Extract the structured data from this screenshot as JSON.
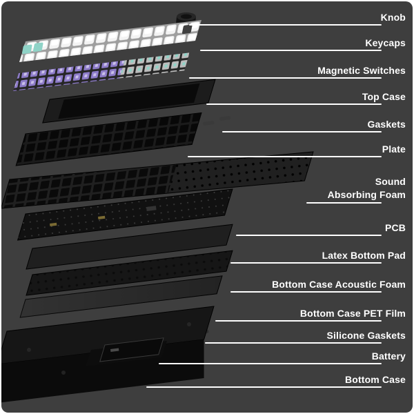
{
  "title": "Keyboard exploded view diagram",
  "background": "#3e3e3e",
  "frame_color": "#ffffff",
  "annotation": {
    "text_color": "#ffffff",
    "line_color": "#ffffff"
  },
  "colors": {
    "keycap_white": "#f3f3f3",
    "keycap_accent_teal": "#8fd3c7",
    "switch_purple": "#8d7bc9",
    "switch_clear": "#d6d6d6",
    "case_black": "#121212"
  },
  "labels": [
    {
      "text": "Knob"
    },
    {
      "text": "Keycaps"
    },
    {
      "text": "Magnetic Switches"
    },
    {
      "text": "Top Case"
    },
    {
      "text": "Gaskets"
    },
    {
      "text": "Plate"
    },
    {
      "text": "Sound\nAbsorbing Foam"
    },
    {
      "text": "PCB"
    },
    {
      "text": "Latex Bottom Pad"
    },
    {
      "text": "Bottom Case Acoustic Foam"
    },
    {
      "text": "Bottom Case PET Film"
    },
    {
      "text": "Silicone Gaskets"
    },
    {
      "text": "Battery"
    },
    {
      "text": "Bottom Case"
    }
  ]
}
